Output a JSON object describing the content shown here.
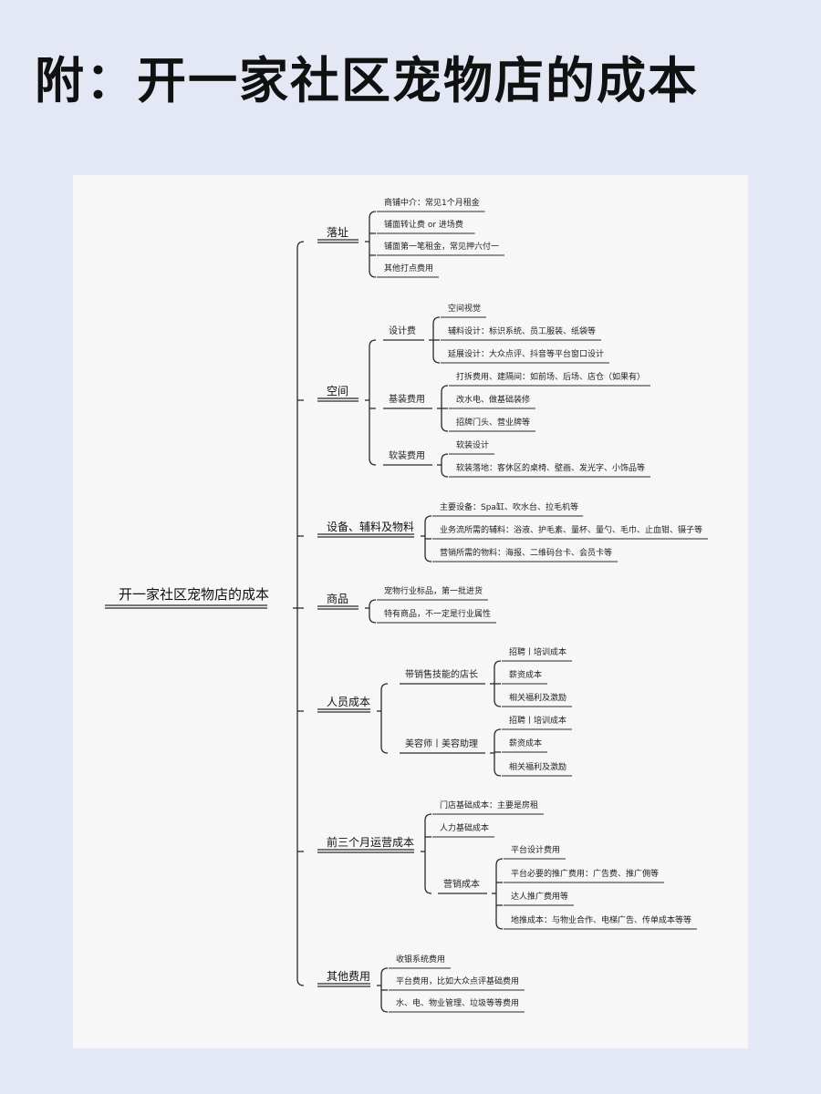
{
  "title": "附：开一家社区宠物店的成本",
  "mindmap": {
    "root": "开一家社区宠物店的成本",
    "branches": [
      {
        "label": "落址",
        "children": [
          {
            "label": "商铺中介：常见1个月租金"
          },
          {
            "label": "铺面转让费 or 进场费"
          },
          {
            "label": "铺面第一笔租金，常见押六付一"
          },
          {
            "label": "其他打点费用"
          }
        ]
      },
      {
        "label": "空间",
        "children": [
          {
            "label": "设计费",
            "children": [
              {
                "label": "空间视觉"
              },
              {
                "label": "辅料设计：标识系统、员工服装、纸袋等"
              },
              {
                "label": "延展设计：大众点评、抖音等平台窗口设计"
              }
            ]
          },
          {
            "label": "基装费用",
            "children": [
              {
                "label": "打拆费用、建隔间：如前场、后场、店仓（如果有）"
              },
              {
                "label": "改水电、做基础装修"
              },
              {
                "label": "招牌门头、营业牌等"
              }
            ]
          },
          {
            "label": "软装费用",
            "children": [
              {
                "label": "软装设计"
              },
              {
                "label": "软装落地：客休区的桌椅、壁画、发光字、小饰品等"
              }
            ]
          }
        ]
      },
      {
        "label": "设备、辅料及物料",
        "children": [
          {
            "label": "主要设备：Spa缸、吹水台、拉毛机等"
          },
          {
            "label": "业务流所需的辅料：浴液、护毛素、量杯、量勺、毛巾、止血钳、镊子等"
          },
          {
            "label": "营销所需的物料：海报、二维码台卡、会员卡等"
          }
        ]
      },
      {
        "label": "商品",
        "children": [
          {
            "label": "宠物行业标品，第一批进货"
          },
          {
            "label": "特有商品，不一定是行业属性"
          }
        ]
      },
      {
        "label": "人员成本",
        "children": [
          {
            "label": "带销售技能的店长",
            "children": [
              {
                "label": "招聘丨培训成本"
              },
              {
                "label": "薪资成本"
              },
              {
                "label": "相关福利及激励"
              }
            ]
          },
          {
            "label": "美容师丨美容助理",
            "children": [
              {
                "label": "招聘丨培训成本"
              },
              {
                "label": "薪资成本"
              },
              {
                "label": "相关福利及激励"
              }
            ]
          }
        ]
      },
      {
        "label": "前三个月运营成本",
        "children": [
          {
            "label": "门店基础成本：主要是房租"
          },
          {
            "label": "人力基础成本"
          },
          {
            "label": "营销成本",
            "children": [
              {
                "label": "平台设计费用"
              },
              {
                "label": "平台必要的推广费用：广告费、推广佣等"
              },
              {
                "label": "达人推广费用等"
              },
              {
                "label": "地推成本：与物业合作、电梯广告、传单成本等等"
              }
            ]
          }
        ]
      },
      {
        "label": "其他费用",
        "children": [
          {
            "label": "收银系统费用"
          },
          {
            "label": "平台费用，比如大众点评基础费用"
          },
          {
            "label": "水、电、物业管理、垃圾等等费用"
          }
        ]
      }
    ]
  }
}
